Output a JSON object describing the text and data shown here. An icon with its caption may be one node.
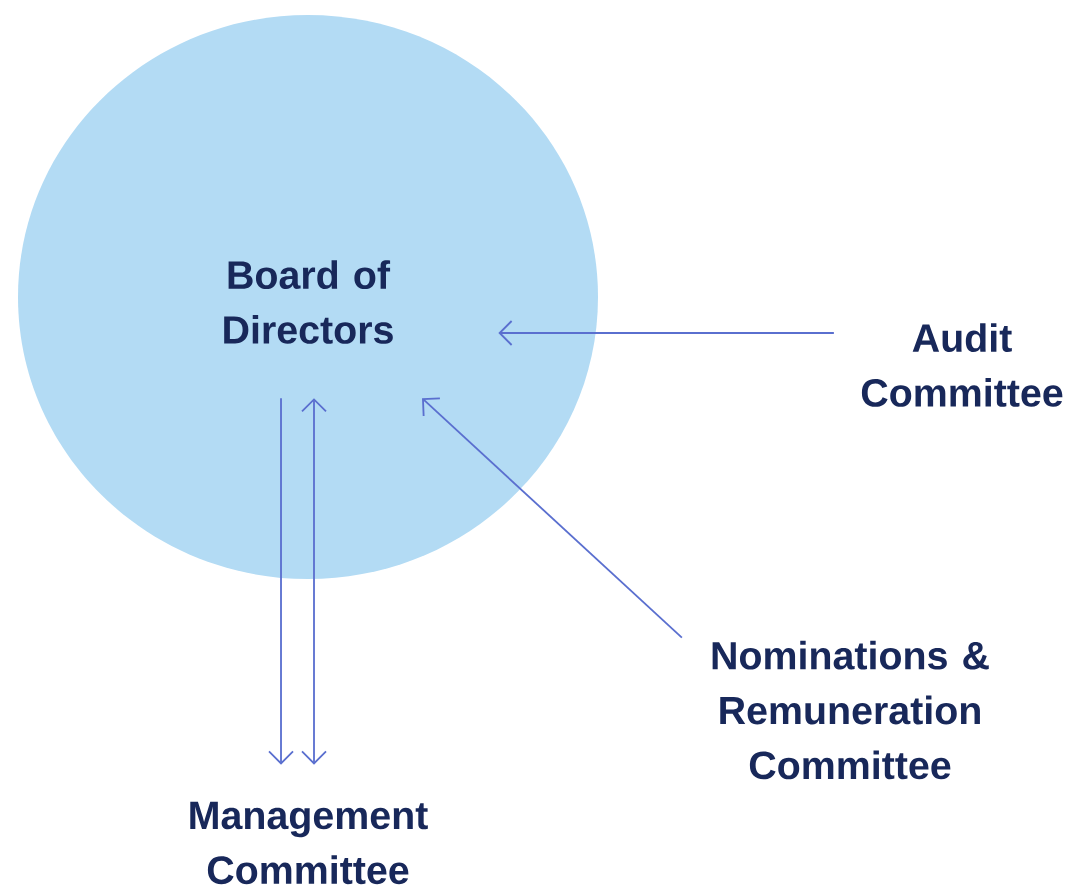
{
  "diagram": {
    "nodes": [
      {
        "text": [
          "Board of Directors"
        ]
      },
      {
        "text": [
          "Management Committee"
        ]
      },
      {
        "text": [
          "Audit Committee"
        ]
      },
      {
        "text": [
          "Nominations & Remuneration Committee"
        ]
      }
    ],
    "edges": [
      {
        "from": 0,
        "to": 1,
        "arrow": "to"
      },
      {
        "from": 1,
        "to": 0,
        "arrow": "both"
      },
      {
        "from": 2,
        "to": 0,
        "arrow": "to"
      },
      {
        "from": 3,
        "to": 0,
        "arrow": "to"
      }
    ]
  }
}
